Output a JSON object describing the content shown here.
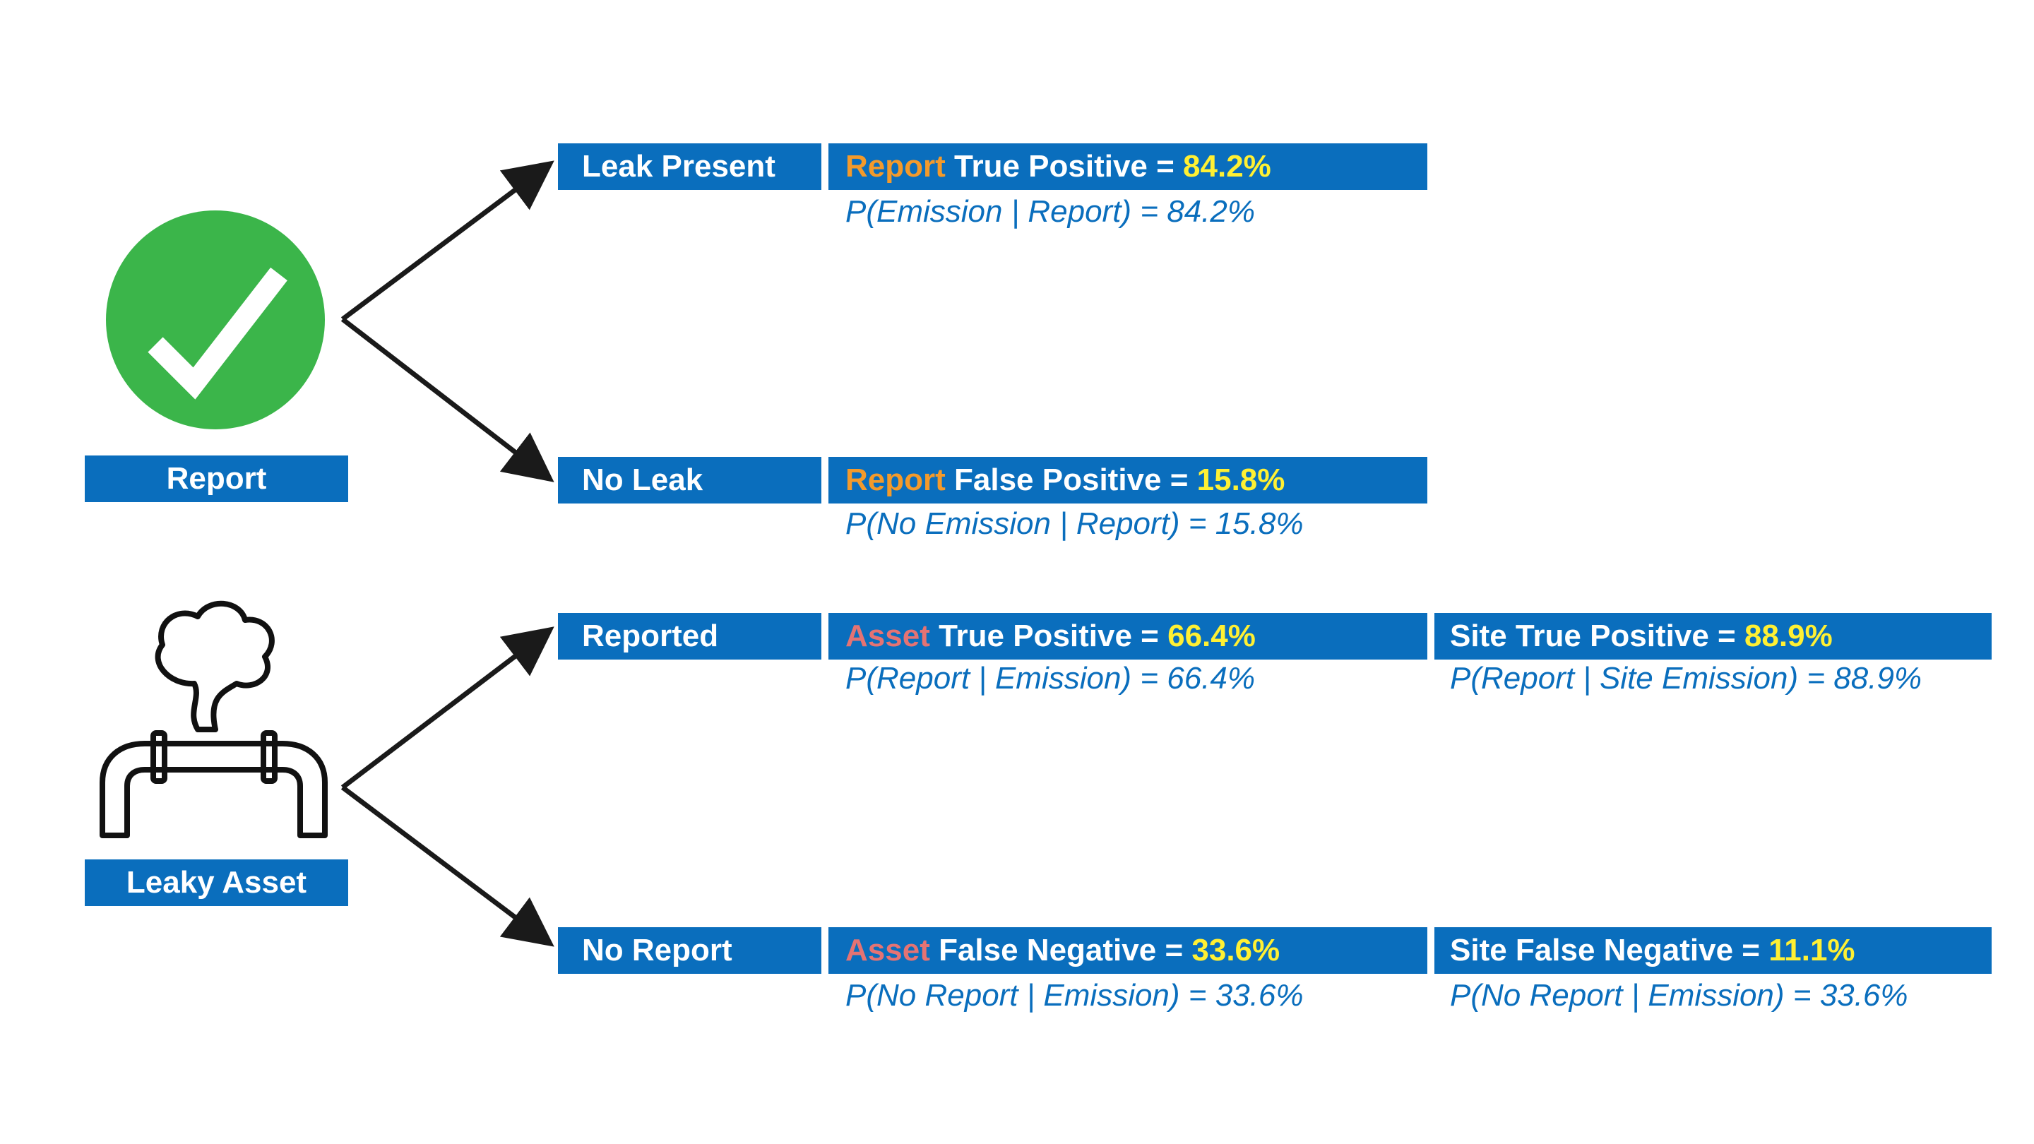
{
  "colors": {
    "bar": "#0a6ebd",
    "subtext": "#0a6ebd",
    "report_word": "#f39a2b",
    "asset_word": "#e57373",
    "value": "#fff033",
    "check_circle": "#3bb54a",
    "arrow": "#1a1a1a"
  },
  "icons": {
    "report": "check-circle-icon",
    "asset": "leaking-pipe-icon"
  },
  "report_label": "Report",
  "asset_label": "Leaky Asset",
  "branches": {
    "leak_present": {
      "label": "Leak Present",
      "lead": "Report",
      "metric": " True Positive = ",
      "value": "84.2%",
      "formula": "P(Emission | Report) = 84.2%"
    },
    "no_leak": {
      "label": "No Leak",
      "lead": "Report",
      "metric": " False Positive = ",
      "value": "15.8%",
      "formula": "P(No Emission | Report) = 15.8%"
    },
    "reported": {
      "label": "Reported",
      "lead": "Asset",
      "metric": " True Positive = ",
      "value": "66.4%",
      "formula": "P(Report | Emission) = 66.4%",
      "site_metric": "Site True Positive = ",
      "site_value": "88.9%",
      "site_formula": "P(Report | Site Emission) = 88.9%"
    },
    "no_report": {
      "label": "No Report",
      "lead": "Asset",
      "metric": " False Negative = ",
      "value": "33.6%",
      "formula": "P(No Report | Emission) = 33.6%",
      "site_metric": "Site False Negative = ",
      "site_value": "11.1%",
      "site_formula": "P(No Report | Emission) = 33.6%"
    }
  }
}
